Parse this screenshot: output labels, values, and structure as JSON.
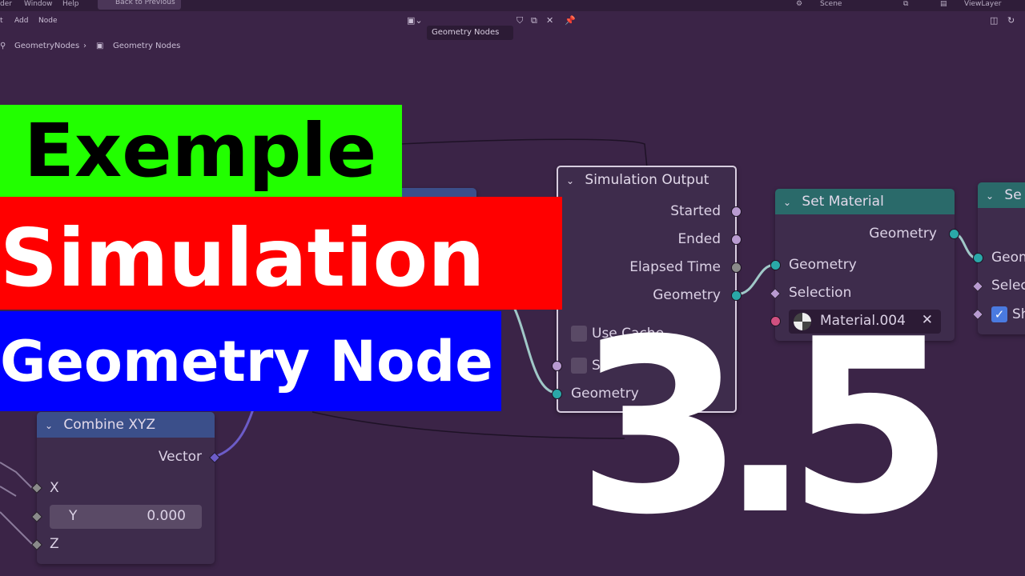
{
  "topbar": {
    "items": [
      "der",
      "Window",
      "Help"
    ],
    "back_label": "Back to Previous",
    "scene": "Scene",
    "viewlayer": "ViewLayer"
  },
  "editorbar": {
    "menus": [
      "t",
      "Add",
      "Node"
    ],
    "tree_name": "Geometry Nodes"
  },
  "breadcrumb": {
    "object": "GeometryNodes",
    "tree": "Geometry Nodes"
  },
  "nodes": {
    "sim_output": {
      "title": "Simulation Output",
      "outputs": [
        "Started",
        "Ended",
        "Elapsed Time",
        "Geometry"
      ],
      "use_cache": "Use Cache",
      "partial_label": "S",
      "input_geometry": "Geometry",
      "header_color": "#3e2c4c"
    },
    "set_material": {
      "title": "Set Material",
      "output_geometry": "Geometry",
      "inputs": [
        "Geometry",
        "Selection"
      ],
      "material": "Material.004",
      "header_color": "#2a6a6a"
    },
    "set_partial": {
      "title": "Se",
      "inputs": [
        "Geom",
        "Selec",
        "Sh"
      ]
    },
    "combine_xyz": {
      "title": "Combine XYZ",
      "output": "Vector",
      "inputs": [
        "X",
        "Y",
        "Z"
      ],
      "y_value": "0.000",
      "header_color": "#3b4f8a"
    }
  },
  "overlay": {
    "line1": "Exemple",
    "line2": "Simulation",
    "line3": "Geometry Node",
    "version": "3.5",
    "green": "#22ff00",
    "red": "#ff0000",
    "blue": "#0000ff"
  }
}
